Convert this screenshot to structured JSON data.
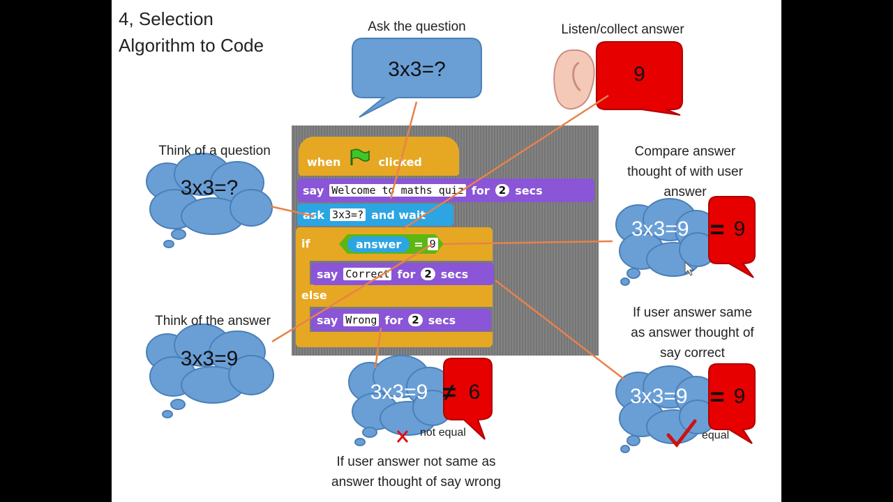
{
  "title": {
    "line1": "4, Selection",
    "line2": "Algorithm to Code"
  },
  "ask": {
    "caption": "Ask the question",
    "bubble": "3x3=?"
  },
  "listen": {
    "caption": "Listen/collect answer",
    "bubble": "9"
  },
  "think_question": {
    "caption": "Think of a question",
    "bubble": "3x3=?"
  },
  "think_answer": {
    "caption": "Think of the answer",
    "bubble": "3x3=9"
  },
  "compare": {
    "caption_lines": [
      "Compare answer",
      "thought of with user",
      "answer"
    ],
    "thought": "3x3=9",
    "operator": "=",
    "user": "9"
  },
  "correct_case": {
    "caption_lines": [
      "If user answer same",
      "as answer thought of",
      "say correct"
    ],
    "thought": "3x3=9",
    "operator": "=",
    "user": "9",
    "mark_label": "equal"
  },
  "wrong_case": {
    "caption_lines": [
      "If user answer not same as",
      "answer thought of say wrong"
    ],
    "thought": "3x3=9",
    "operator": "≠",
    "user": "6",
    "mark_label": "not equal"
  },
  "script": {
    "hat": {
      "when": "when",
      "clicked": "clicked"
    },
    "say1": {
      "say": "say",
      "text": "Welcome to maths quiz",
      "for": "for",
      "secs_value": "2",
      "secs": "secs"
    },
    "ask": {
      "ask": "ask",
      "text": "3x3=?",
      "wait": "and wait"
    },
    "if_block": {
      "if": "if",
      "answer": "answer",
      "eq": "=",
      "value": "9",
      "else": "else"
    },
    "say_correct": {
      "say": "say",
      "text": "Correct",
      "for": "for",
      "secs_value": "2",
      "secs": "secs"
    },
    "say_wrong": {
      "say": "say",
      "text": "Wrong",
      "for": "for",
      "secs_value": "2",
      "secs": "secs"
    }
  },
  "colors": {
    "speech_bubble": "#6a9fd6",
    "red_bubble": "#e60000",
    "stage_bg": "#7a7a7a",
    "looks_block": "#8a55d7",
    "sensing_block": "#2ca5e2",
    "control_block": "#e6a822",
    "connector": "#e8824a"
  }
}
